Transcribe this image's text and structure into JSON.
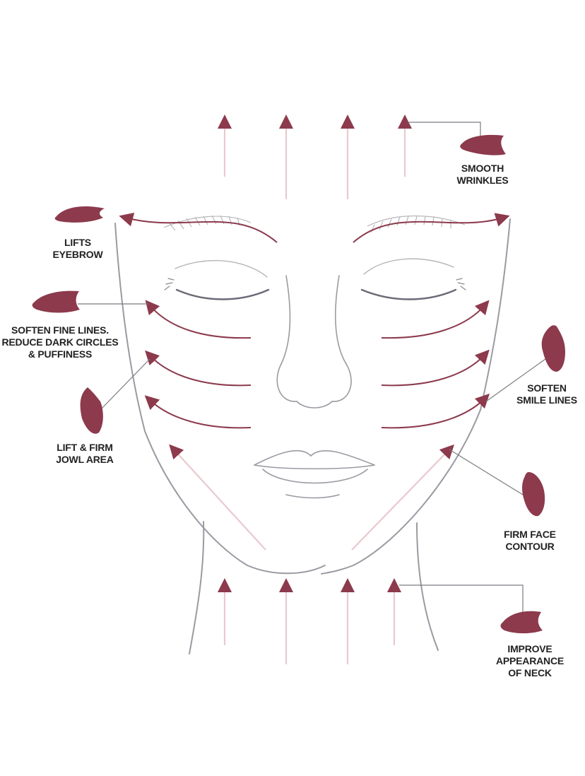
{
  "colors": {
    "accent": "#8c3a4c",
    "outline": "#9a9aa2",
    "text": "#222222",
    "background": "#ffffff"
  },
  "icons": [
    "gua-sha-stone-icon"
  ],
  "labels": {
    "smooth_wrinkles": [
      "SMOOTH",
      "WRINKLES"
    ],
    "lifts_eyebrow": [
      "LIFTS",
      "EYEBROW"
    ],
    "soften_fine_lines": [
      "SOFTEN FINE LINES.",
      "REDUCE DARK CIRCLES",
      "& PUFFINESS"
    ],
    "lift_firm_jowl": [
      "LIFT & FIRM",
      "JOWL AREA"
    ],
    "soften_smile_lines": [
      "SOFTEN",
      "SMILE LINES"
    ],
    "firm_face_contour": [
      "FIRM FACE",
      "CONTOUR"
    ],
    "improve_neck": [
      "IMPROVE",
      "APPEARANCE",
      "OF NECK"
    ]
  }
}
